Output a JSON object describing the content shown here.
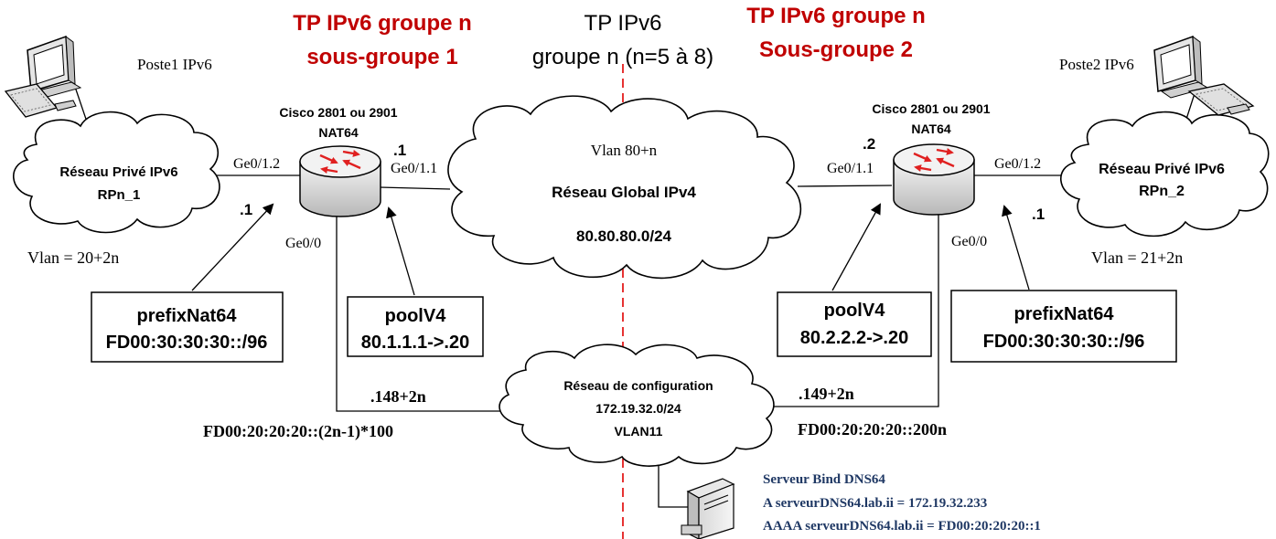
{
  "titles": {
    "sub1_line1": "TP IPv6 groupe n",
    "sub1_line2": "sous-groupe 1",
    "center_line1": "TP IPv6",
    "center_line2": "groupe n (n=5 à 8)",
    "sub2_line1": "TP IPv6 groupe n",
    "sub2_line2": "Sous-groupe 2"
  },
  "left": {
    "host_label": "Poste1 IPv6",
    "cloud_line1": "Réseau Privé IPv6",
    "cloud_line2": "RPn_1",
    "vlan": "Vlan = 20+2n",
    "router_model": "Cisco 2801 ou 2901",
    "router_role": "NAT64",
    "if_private": "Ge0/1.2",
    "if_global": "Ge0/1.1",
    "if_config": "Ge0/0",
    "addr_private": ".1",
    "addr_global": ".1",
    "prefix_title": "prefixNat64",
    "prefix_value": "FD00:30:30:30::/96",
    "pool_title": "poolV4",
    "pool_value": "80.1.1.1->.20",
    "config_ipv4": ".148+2n",
    "config_ipv6": "FD00:20:20:20::(2n-1)*100"
  },
  "right": {
    "host_label": "Poste2 IPv6",
    "cloud_line1": "Réseau Privé IPv6",
    "cloud_line2": "RPn_2",
    "vlan": "Vlan = 21+2n",
    "router_model": "Cisco 2801 ou 2901",
    "router_role": "NAT64",
    "if_private": "Ge0/1.2",
    "if_global": "Ge0/1.1",
    "if_config": "Ge0/0",
    "addr_private": ".1",
    "addr_global": ".2",
    "prefix_title": "prefixNat64",
    "prefix_value": "FD00:30:30:30::/96",
    "pool_title": "poolV4",
    "pool_value": "80.2.2.2->.20",
    "config_ipv4": ".149+2n",
    "config_ipv6": "FD00:20:20:20::200n"
  },
  "global_net": {
    "vlan": "Vlan 80+n",
    "name": "Réseau Global IPv4",
    "subnet": "80.80.80.0/24"
  },
  "config_net": {
    "name": "Réseau de configuration",
    "subnet": "172.19.32.0/24",
    "vlan": "VLAN11"
  },
  "dns": {
    "line1": "Serveur Bind DNS64",
    "line2": "A serveurDNS64.lab.ii = 172.19.32.233",
    "line3": "AAAA serveurDNS64.lab.ii = FD00:20:20:20::1"
  },
  "colors": {
    "title_red": "#c00000",
    "dns_text": "#1f3864",
    "router_arrow": "#e02020",
    "divider": "#e00000"
  }
}
